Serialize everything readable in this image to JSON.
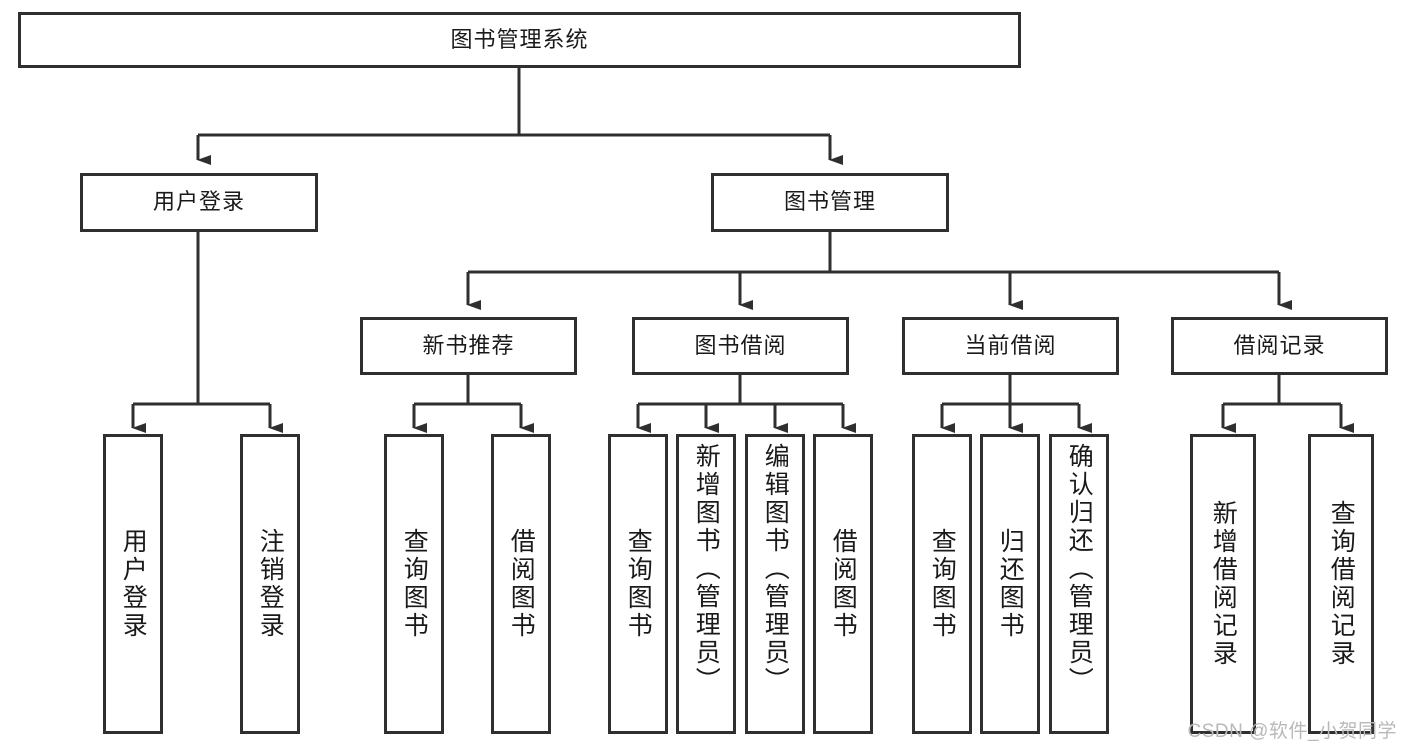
{
  "diagram": {
    "type": "tree-hierarchy-diagram",
    "title": "图书管理系统",
    "colors": {
      "box_border": "#2f2f2f",
      "box_fill": "#ffffff",
      "connector": "#2f2f2f",
      "text": "#1a1a1a",
      "watermark": "#b9b9b9",
      "background": "#ffffff"
    },
    "root": {
      "label": "图书管理系统"
    },
    "level2": [
      {
        "label": "用户登录"
      },
      {
        "label": "图书管理"
      }
    ],
    "level3": [
      {
        "label": "新书推荐"
      },
      {
        "label": "图书借阅"
      },
      {
        "label": "当前借阅"
      },
      {
        "label": "借阅记录"
      }
    ],
    "leaves": {
      "user_login": [
        {
          "label": "用户登录"
        },
        {
          "label": "注销登录"
        }
      ],
      "new_book_recommend": [
        {
          "label": "查询图书"
        },
        {
          "label": "借阅图书"
        }
      ],
      "book_borrow": [
        {
          "label": "查询图书"
        },
        {
          "label": "新增图书（管理员）"
        },
        {
          "label": "编辑图书（管理员）"
        },
        {
          "label": "借阅图书"
        }
      ],
      "current_borrow": [
        {
          "label": "查询图书"
        },
        {
          "label": "归还图书"
        },
        {
          "label": "确认归还（管理员）"
        }
      ],
      "borrow_record": [
        {
          "label": "新增借阅记录"
        },
        {
          "label": "查询借阅记录"
        }
      ]
    },
    "watermark": "CSDN @软件_小贺同学"
  }
}
